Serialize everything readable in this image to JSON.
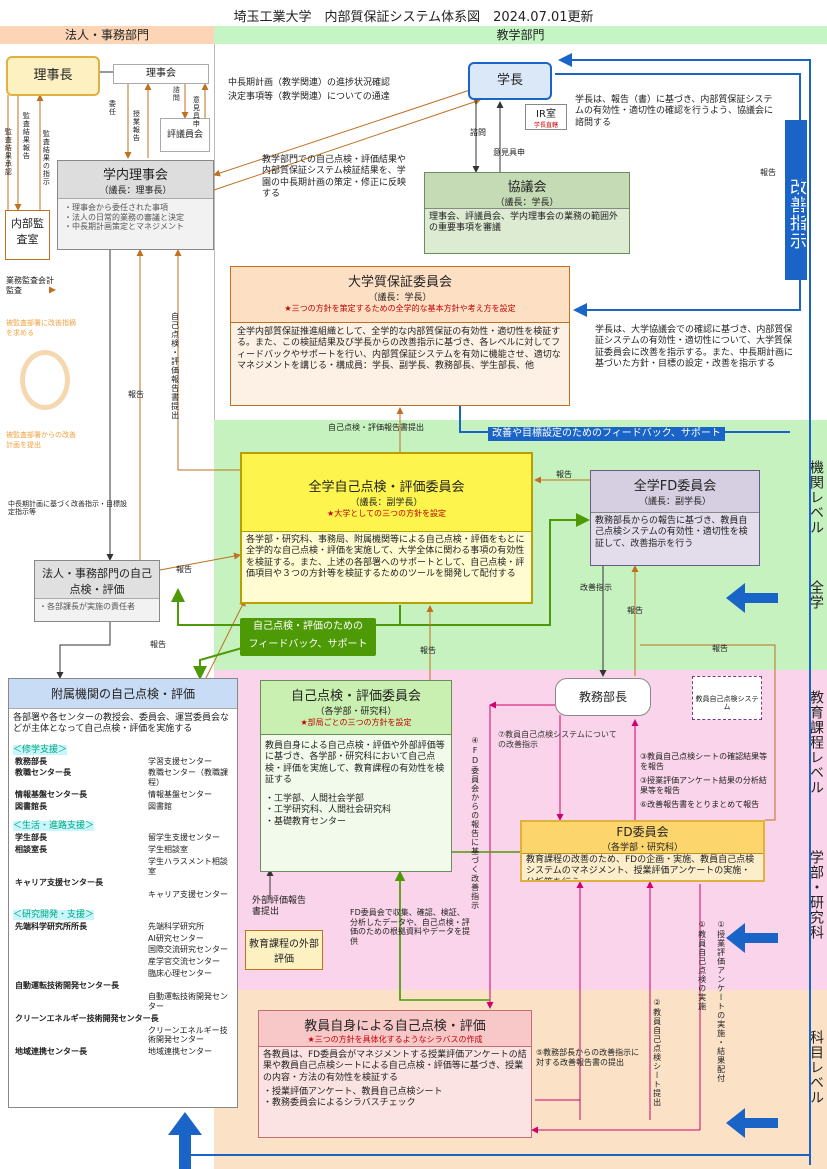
{
  "title": "埼玉工業大学　内部質保証システム体系図　2024.07.01更新",
  "columns": {
    "corporate": "法人・事務部門",
    "academic": "教学部門"
  },
  "levels": {
    "institution": "機関レベル",
    "institution_all": "全学",
    "program": "教育課程レベル",
    "program_sub": "学部・研究科",
    "subject": "科目レベル"
  },
  "side": {
    "kaizen_shiji": "改善指示"
  },
  "chairman": {
    "label": "理事長"
  },
  "board": {
    "label": "理事会"
  },
  "councilors": {
    "label": "評議員会"
  },
  "president": {
    "label": "学長"
  },
  "ir": {
    "label": "IR室",
    "sub": "学長直轄"
  },
  "trustee_exec": {
    "title": "学内理事会",
    "chair": "（議長：理事長）",
    "items": [
      "・理事会から委任された事項",
      "・法人の日常的業務の審議と決定",
      "・中長期計画策定とマネジメント"
    ]
  },
  "audit": {
    "title": "内部監査室",
    "sub": "業務監査会計監査"
  },
  "kyogikai": {
    "title": "協議会",
    "chair": "（議長：学長）",
    "body": "理事会、評議員会、学内理事会の業務の範囲外の重要事項を審議"
  },
  "qa_committee": {
    "title": "大学質保証委員会",
    "chair": "（議長：学長）",
    "policy": "★三つの方針を策定するための全学的な基本方針や考え方を設定",
    "body": "全学内部質保証推進組織として、全学的な内部質保証の有効性・適切性を検証する。また、この検証結果及び学長からの改善指示に基づき、各レベルに対してフィードバックやサポートを行い、内部質保証システムを有効に機能させ、適切なマネジメントを講じる・構成員：学長、副学長、教務部長、学生部長、他"
  },
  "self_eval_all": {
    "title": "全学自己点検・評価委員会",
    "chair": "（議長：副学長）",
    "policy": "★大学としての三つの方針を設定",
    "body": "各学部・研究科、事務局、附属機関等による自己点検・評価をもとに全学的な自己点検・評価を実施して、大学全体に関わる事項の有効性を検証する。また、上述の各部署へのサポートとして、自己点検・評価項目や３つの方針等を検証するためのツールを開発して配付する"
  },
  "fd_all": {
    "title": "全学FD委員会",
    "chair": "（議長：副学長）",
    "body": "教務部長からの報告に基づき、教員自己点検システムの有効性・適切性を検証して、改善指示を行う"
  },
  "corp_self_eval": {
    "title": "法人・事務部門の自己点検・評価",
    "note": "・各部課長が実施の責任者"
  },
  "affiliated": {
    "title": "附属機関の自己点検・評価",
    "intro": "各部署や各センターの教授会、委員会、運営委員会などが主体となって自己点検・評価を実施する",
    "sections": [
      {
        "heading": "＜修学支援＞",
        "rows": [
          {
            "k": "教務部長",
            "v": "学習支援センター"
          },
          {
            "k": "教職センター長",
            "v": "教職センター（教職課程）"
          },
          {
            "k": "情報基盤センター長",
            "v": "情報基盤センター"
          },
          {
            "k": "図書館長",
            "v": "図書館"
          }
        ]
      },
      {
        "heading": "＜生活・進路支援＞",
        "rows": [
          {
            "k": "学生部長",
            "v": "留学生支援センター"
          },
          {
            "k": "相談室長",
            "v": "学生相談室"
          },
          {
            "k": "",
            "v": "学生ハラスメント相談室"
          },
          {
            "k": "キャリア支援センター長",
            "v": ""
          },
          {
            "k": "",
            "v": "キャリア支援センター"
          }
        ]
      },
      {
        "heading": "＜研究開発・支援＞",
        "rows": [
          {
            "k": "先端科学研究所所長",
            "v": "先端科学研究所"
          },
          {
            "k": "",
            "v": "AI研究センター"
          },
          {
            "k": "",
            "v": "国際交流研究センター"
          },
          {
            "k": "",
            "v": "産学官交流センター"
          },
          {
            "k": "",
            "v": "臨床心理センター"
          },
          {
            "k": "自動運転技術開発センター長",
            "v": ""
          },
          {
            "k": "",
            "v": "自動運転技術開発センター"
          },
          {
            "k": "クリーンエネルギー技術開発センター長",
            "v": ""
          },
          {
            "k": "",
            "v": "クリーンエネルギー技術開発センター"
          },
          {
            "k": "地域連携センター長",
            "v": "地域連携センター"
          }
        ]
      }
    ]
  },
  "faculty_self_eval": {
    "title": "自己点検・評価委員会",
    "chair": "（各学部・研究科）",
    "policy": "★部局ごとの三つの方針を設定",
    "body": "教員自身による自己点検・評価や外部評価等に基づき、各学部・研究科において自己点検・評価を実施して、教育課程の有効性を検証する",
    "items": [
      "・工学部、人間社会学部",
      "・工学研究科、人間社会研究科",
      "・基礎教育センター"
    ]
  },
  "external": {
    "title": "教育課程の外部評価",
    "label": "外部評価報告書提出"
  },
  "kyomu": {
    "label": "教務部長"
  },
  "legend": {
    "label": "教員自己点検システム"
  },
  "fd_faculty": {
    "title": "FD委員会",
    "chair": "（各学部・研究科）",
    "body": "教育課程の改善のため、FDの企画・実施、教員自己点検システムのマネジメント、授業評価アンケートの実施・分析等を行う"
  },
  "teacher_self": {
    "title": "教員自身による自己点検・評価",
    "policy": "★三つの方針を具体化するようなシラバスの作成",
    "body": "各教員は、FD委員会がマネジメントする授業評価アンケートの結果や教員自己点検シートによる自己点検・評価等に基づき、授業の内容・方法の有効性を検証する",
    "items": [
      "・授業評価アンケート、教員自己点検シート",
      "・教務委員会によるシラバスチェック"
    ]
  },
  "labels": {
    "midterm_confirm": "中長期計画（教学関連）の進捗状況確認",
    "policy_notice": "決定事項等（教学関連）についての通達",
    "reflect": "教学部門での自己点検・評価結果や内部質保証システム検証結果を、学園の中長期計画の策定・修正に反映する",
    "president_request": "学長は、報告（書）に基づき、内部質保証システムの有効性・適切性の確認を行うよう、協議会に諮問する",
    "president_instruct": "学長は、大学協議会での確認に基づき、内部質保証システムの有効性・適切性について、大学質保証委員会に改善を指示する。また、中長期計画に基づいた方針・目標の設定・改善を指示する",
    "feedback_blue": "改善や目標設定のためのフィードバック、サポート",
    "feedback_green_1": "自己点検・評価のための",
    "feedback_green_2": "フィードバック、サポート",
    "report": "報告",
    "report_submit": "自己点検・評価報告書提出",
    "report_v": "自己点検・評価報告書提出",
    "midterm_instruct": "中長期計画に基づく改善指示・目標設定指示等",
    "kaizen_shiji_small": "改善指示",
    "inin": "委任",
    "jutaku_hokoku": "授業報告",
    "shimon": "諮問",
    "iken_gushin": "意見具申",
    "shimon2": "諮問",
    "ikengushin2": "意見具申",
    "audit_v1": "監査結果報告",
    "audit_v2": "監査結果承認",
    "audit_v3": "監査結果の指示",
    "audit_arrow1": "被監査部署に改善指摘を求める",
    "audit_arrow2": "被監査部署からの改善計画を提出",
    "step7": "⑦教員自己点検システムについての改善指示",
    "step3a": "③教員自己点検シートの確認結果等を報告",
    "step3b": "③授業評価アンケート結果の分析結果等を報告",
    "step6": "⑥改善報告書をとりまとめて報告",
    "step4": "④FD委員会からの報告に基づく改善指示",
    "fd_data": "FD委員会で収集、確認、検証、分析したデータや、自己点検・評価のための根拠資料やデータを提供",
    "step5": "⑤教務部長からの改善指示に対する改善報告書の提出",
    "step2": "②教員自己点検シート提出",
    "step1a": "①教員自己点検の実施",
    "step1b": "①授業評価アンケートの実施・結果配付"
  },
  "colors": {
    "corporate_band": "#fbd5b5",
    "academic_band": "#c5f5c5",
    "institution_bg": "#c6f2c0",
    "program_bg": "#fad4ea",
    "subject_bg": "#fbe2c6",
    "blue": "#1a64c8",
    "green": "#4e9a06",
    "orange": "#c07020",
    "magenta": "#d2006e"
  }
}
